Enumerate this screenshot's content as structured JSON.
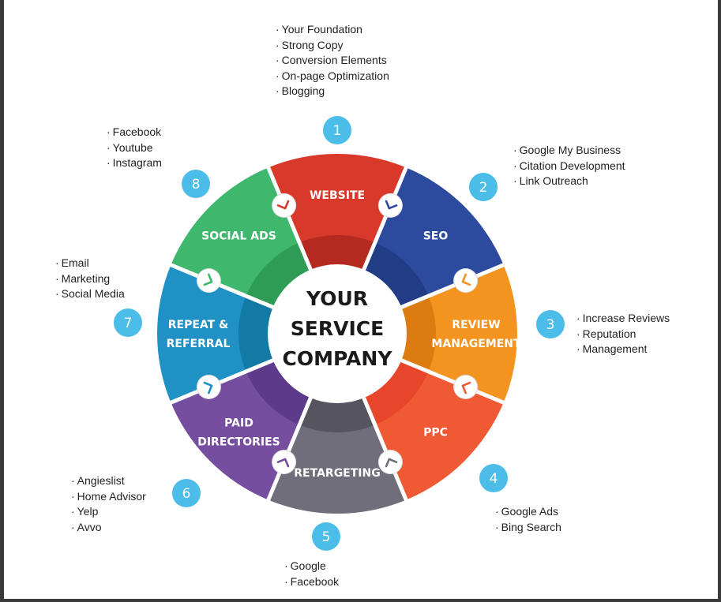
{
  "center": {
    "lines": [
      "YOUR",
      "SERVICE",
      "COMPANY"
    ]
  },
  "segments": [
    {
      "number": "1",
      "label_lines": [
        "WEBSITE"
      ],
      "color": "#d9392b",
      "color_inner": "#b52a20",
      "bullets": [
        "Your Foundation",
        "Strong Copy",
        "Conversion Elements",
        "On-page Optimization",
        "Blogging"
      ]
    },
    {
      "number": "2",
      "label_lines": [
        "SEO"
      ],
      "color": "#2c4a9e",
      "color_inner": "#223c85",
      "bullets": [
        "Google My Business",
        "Citation Development",
        "Link Outreach"
      ]
    },
    {
      "number": "3",
      "label_lines": [
        "REVIEW",
        "MANAGEMENT"
      ],
      "color": "#f39420",
      "color_inner": "#dc7c10",
      "bullets": [
        "Increase Reviews",
        "Reputation",
        "Management"
      ]
    },
    {
      "number": "4",
      "label_lines": [
        "PPC"
      ],
      "color": "#ef5a35",
      "color_inner": "#e8462a",
      "bullets": [
        "Google Ads",
        "Bing Search"
      ]
    },
    {
      "number": "5",
      "label_lines": [
        "RETARGETING"
      ],
      "color": "#6f6e7a",
      "color_inner": "#55545f",
      "bullets": [
        "Google",
        "Facebook"
      ]
    },
    {
      "number": "6",
      "label_lines": [
        "PAID",
        "DIRECTORIES"
      ],
      "color": "#764ea0",
      "color_inner": "#5e3a8b",
      "bullets": [
        "Angieslist",
        "Home Advisor",
        "Yelp",
        "Avvo"
      ]
    },
    {
      "number": "7",
      "label_lines": [
        "REPEAT &",
        "REFERRAL"
      ],
      "color": "#1f91c4",
      "color_inner": "#137aa6",
      "bullets": [
        "Email",
        "Marketing",
        "Social Media"
      ]
    },
    {
      "number": "8",
      "label_lines": [
        "SOCIAL ADS"
      ],
      "color": "#3fb76c",
      "color_inner": "#2e9c56",
      "bullets": [
        "Facebook",
        "Youtube",
        "Instagram"
      ]
    }
  ],
  "colors": {
    "badge": "#4bbde8",
    "divider": "#ffffff",
    "center": "#ffffff",
    "text": "#222222"
  },
  "icons": {
    "connector": "chevron-icon"
  }
}
